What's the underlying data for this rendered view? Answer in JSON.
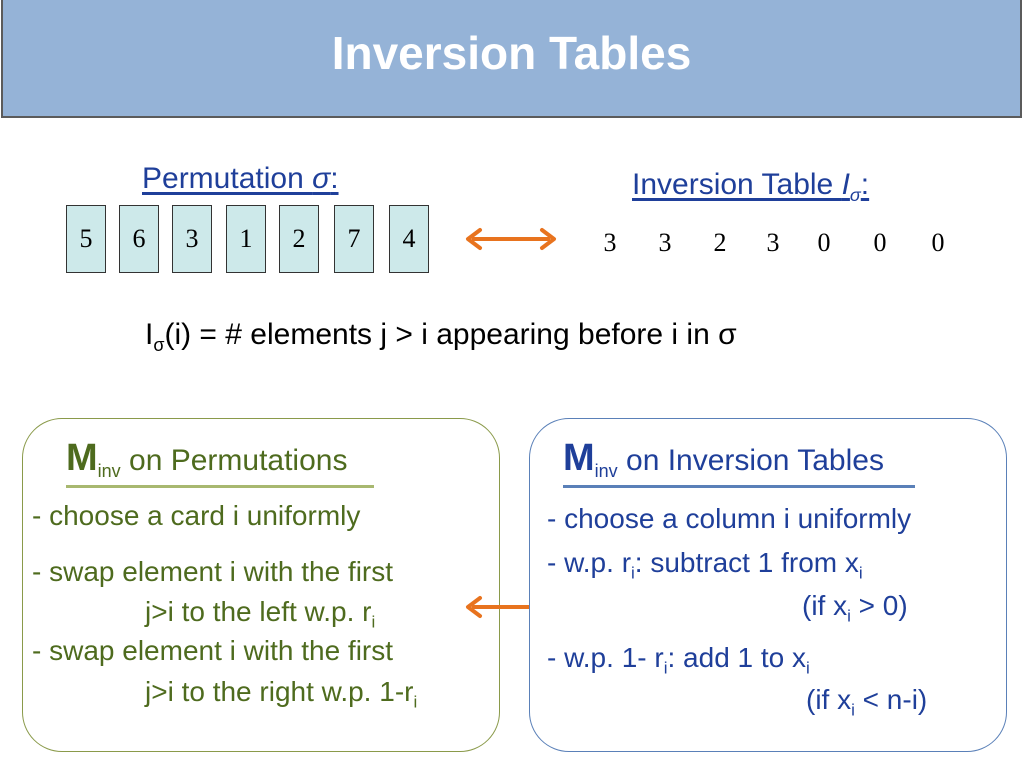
{
  "header": {
    "title": "Inversion Tables"
  },
  "permutation": {
    "label_prefix": "Permutation ",
    "label_symbol": "σ",
    "label_suffix": ":",
    "cards": [
      "5",
      "6",
      "3",
      "1",
      "2",
      "7",
      "4"
    ]
  },
  "inversion_table": {
    "label_prefix": "Inversion Table ",
    "label_symbol": "I",
    "label_sub": "σ",
    "label_suffix": ":",
    "values": [
      "3",
      "3",
      "2",
      "3",
      "0",
      "0",
      "0"
    ]
  },
  "formula": {
    "I": "I",
    "sub": "σ",
    "rest": "(i) = # elements j > i appearing before i in σ"
  },
  "left_box": {
    "heading_M": "M",
    "heading_sub": "inv",
    "heading_rest": " on Permutations",
    "line1": "-  choose a card i uniformly",
    "line2": "-  swap element i with the first",
    "line3_main": "j>i  to the left  w.p. r",
    "line3_sub": "i",
    "line4": "-  swap element i with the first",
    "line5_main": "j>i  to the right w.p. 1-r",
    "line5_sub": "i"
  },
  "right_box": {
    "heading_M": "M",
    "heading_sub": "inv",
    "heading_rest": " on Inversion Tables",
    "line1": "- choose a column i uniformly",
    "line2_a": "- w.p. r",
    "line2_sub1": "i",
    "line2_b": ":   subtract 1 from x",
    "line2_sub2": "i",
    "line3_a": "(if x",
    "line3_sub": "i",
    "line3_b": " > 0)",
    "line4_a": "- w.p. 1- r",
    "line4_sub1": "i",
    "line4_b": ":  add 1 to x",
    "line4_sub2": "i",
    "line5_a": "(if x",
    "line5_sub": "i",
    "line5_b": " < n-i)"
  },
  "colors": {
    "header_bg": "#95b3d7",
    "card_fill": "#cde9ea",
    "arrow": "#e8731e",
    "left_text": "#4e6b1e",
    "right_text": "#1f3f9a"
  }
}
